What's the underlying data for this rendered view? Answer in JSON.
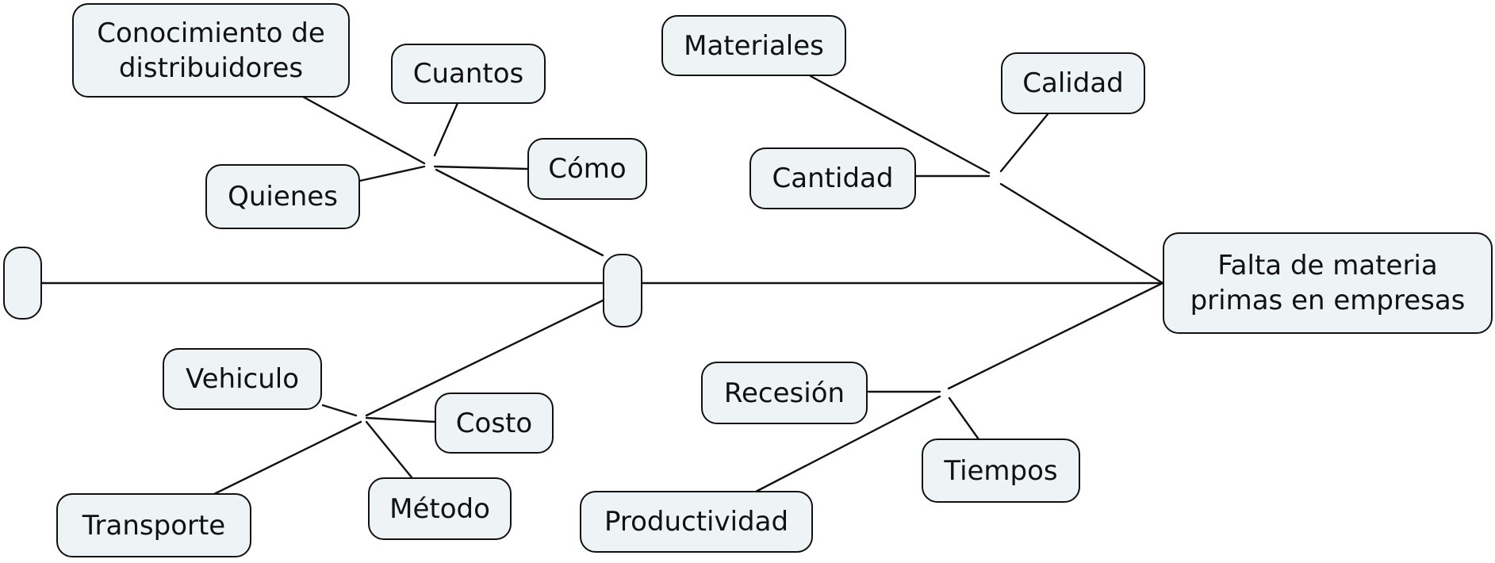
{
  "diagram": {
    "type": "cause-effect",
    "effect": {
      "label": "Falta de materia\nprimas en empresas"
    },
    "nodes": {
      "conocimiento": {
        "label": "Conocimiento de\ndistribuidores"
      },
      "cuantos": {
        "label": "Cuantos"
      },
      "como": {
        "label": "Cómo"
      },
      "quienes": {
        "label": "Quienes"
      },
      "materiales": {
        "label": "Materiales"
      },
      "calidad": {
        "label": "Calidad"
      },
      "cantidad": {
        "label": "Cantidad"
      },
      "vehiculo": {
        "label": "Vehiculo"
      },
      "costo": {
        "label": "Costo"
      },
      "transporte": {
        "label": "Transporte"
      },
      "metodo": {
        "label": "Método"
      },
      "recesion": {
        "label": "Recesión"
      },
      "tiempos": {
        "label": "Tiempos"
      },
      "productividad": {
        "label": "Productividad"
      },
      "spine_start": {
        "label": ""
      },
      "spine_mid": {
        "label": ""
      }
    }
  }
}
